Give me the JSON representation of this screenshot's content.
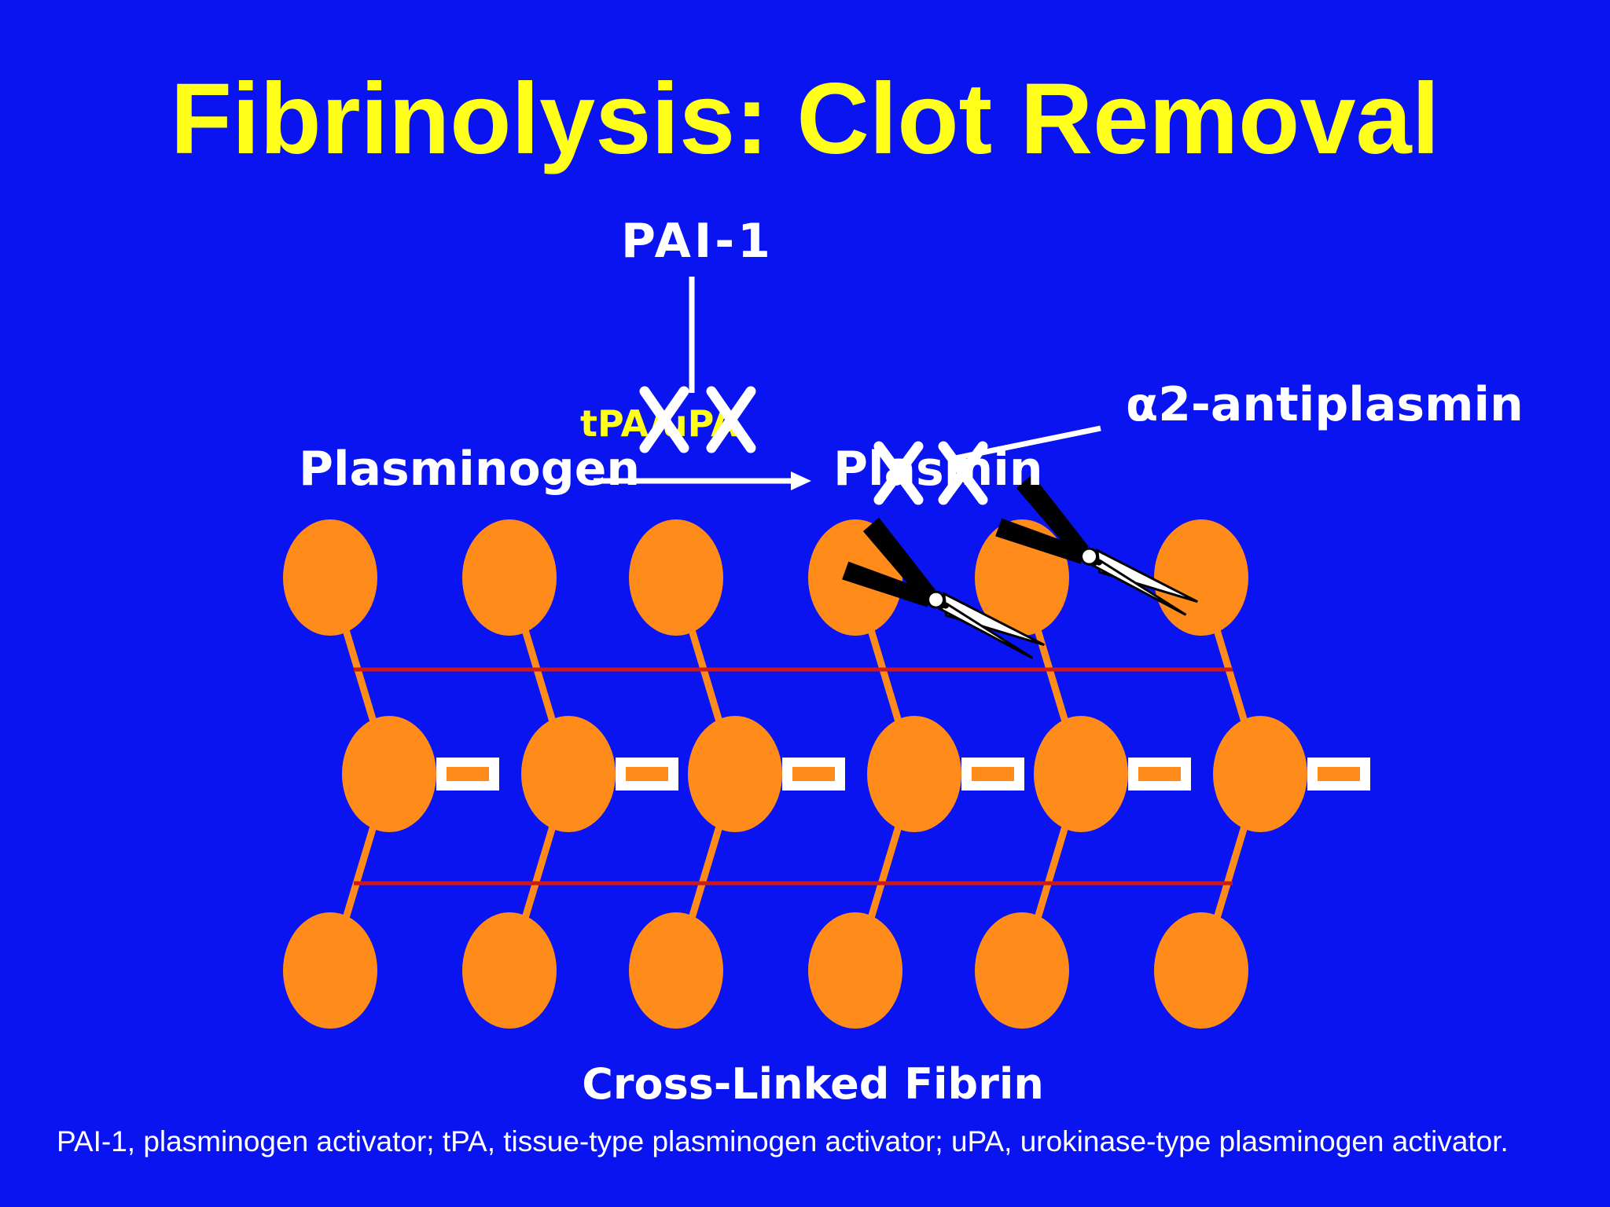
{
  "slide": {
    "title": "Fibrinolysis: Clot Removal",
    "labels": {
      "pai1": "PAI-1",
      "enzymes": "tPA/uPA",
      "plasminogen": "Plasminogen",
      "plasmin": "Plasmin",
      "antiplasmin": "α2-antiplasmin",
      "fibrin": "Cross-Linked Fibrin"
    },
    "caption": "PAI-1, plasminogen activator; tPA, tissue-type plasminogen activator; uPA, urokinase-type plasminogen activator.",
    "colors": {
      "background": "#0a14f0",
      "title": "#ffff1a",
      "fibrin_node": "#ff8c1a",
      "crosslink": "#cc1a1a",
      "inhibition_mark": "#ffffff"
    },
    "icons": [
      "scissors-icon",
      "inhibition-x-icon",
      "arrow-right-icon"
    ]
  }
}
